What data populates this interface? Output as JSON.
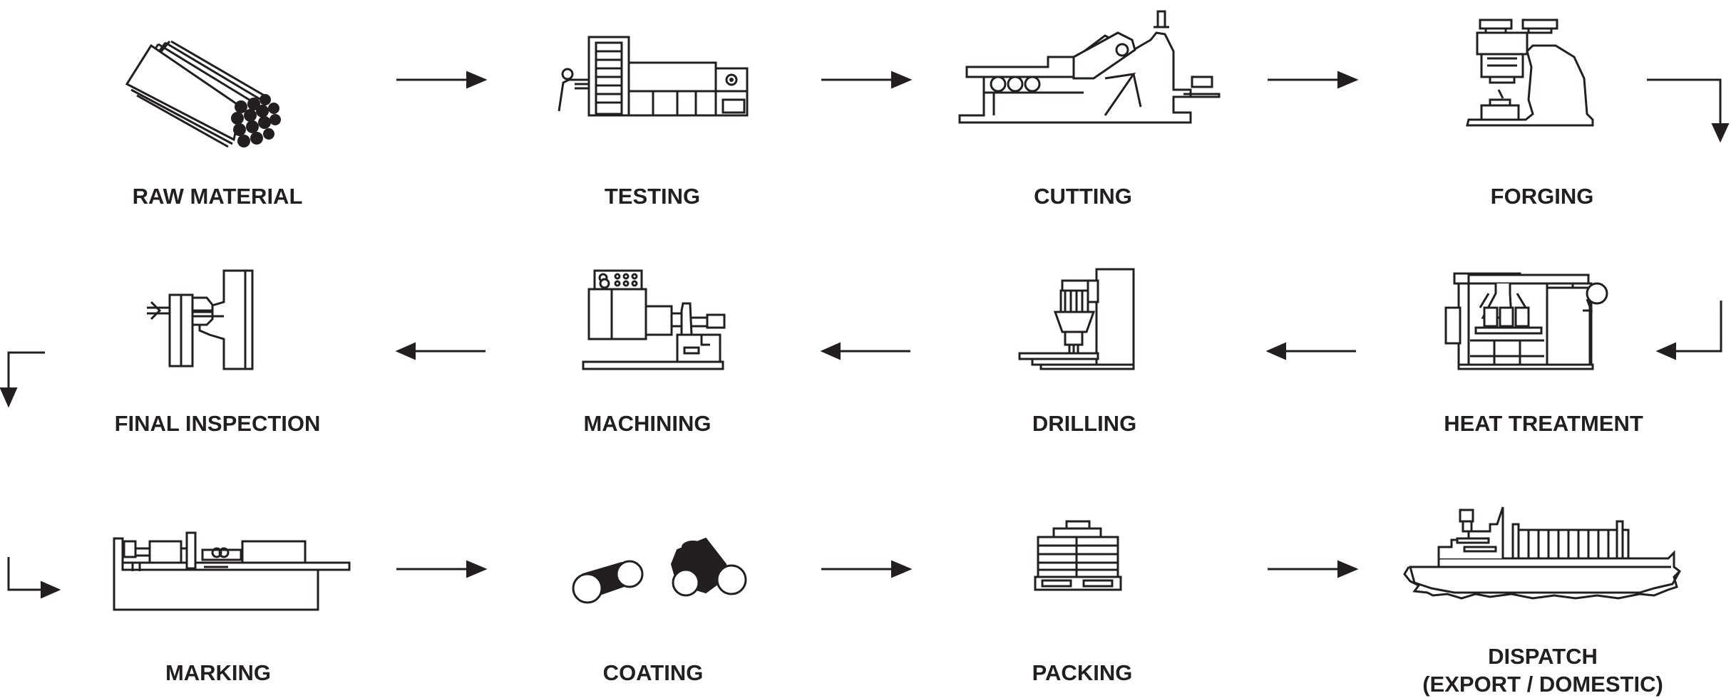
{
  "diagram": {
    "steps": [
      {
        "label": "RAW MATERIAL",
        "icon": "pipe-bundle-icon"
      },
      {
        "label": "TESTING",
        "icon": "testing-machine-icon"
      },
      {
        "label": "CUTTING",
        "icon": "cutting-machine-icon"
      },
      {
        "label": "FORGING",
        "icon": "forging-press-icon"
      },
      {
        "label": "HEAT TREATMENT",
        "icon": "furnace-icon"
      },
      {
        "label": "DRILLING",
        "icon": "drilling-machine-icon"
      },
      {
        "label": "MACHINING",
        "icon": "lathe-machine-icon"
      },
      {
        "label": "FINAL INSPECTION",
        "icon": "inspection-clamp-icon"
      },
      {
        "label": "MARKING",
        "icon": "marking-machine-icon"
      },
      {
        "label": "COATING",
        "icon": "coated-fittings-icon"
      },
      {
        "label": "PACKING",
        "icon": "pallet-boxes-icon"
      },
      {
        "label": "DISPATCH",
        "label_line2": "(EXPORT / DOMESTIC)",
        "icon": "cargo-ship-icon"
      }
    ],
    "line_color": "#231f20",
    "background": "#ffffff"
  }
}
